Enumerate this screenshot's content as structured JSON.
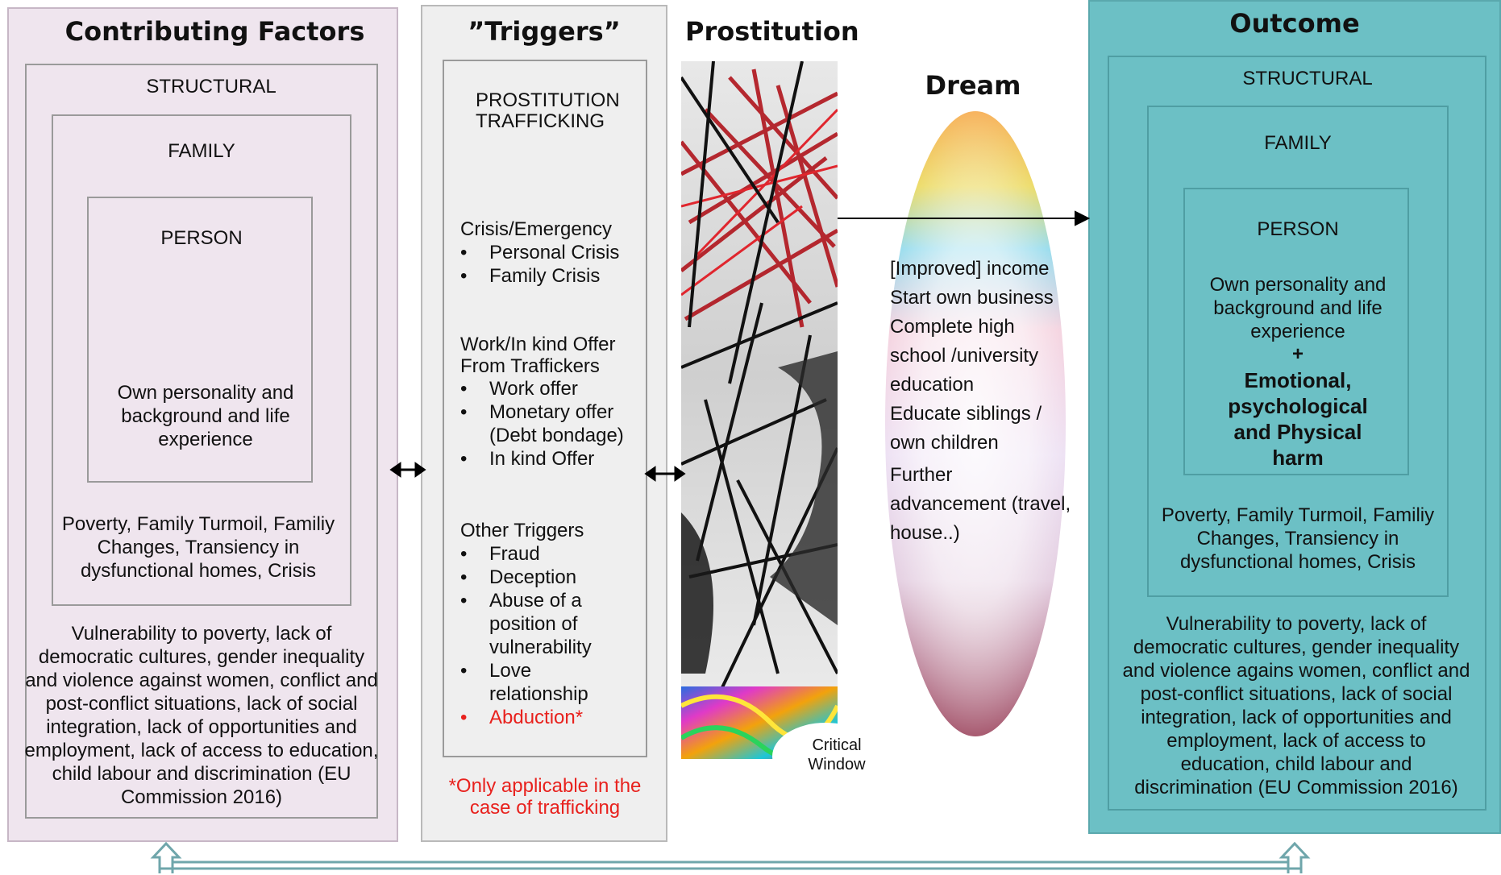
{
  "contributing": {
    "title": "Contributing Factors",
    "structural_label": "STRUCTURAL",
    "family_label": "FAMILY",
    "person_label": "PERSON",
    "person_text": "Own personality and background and life experience",
    "family_text": "Poverty, Family Turmoil, Familiy Changes, Transiency in dysfunctional homes, Crisis",
    "structural_text": "Vulnerability to poverty, lack of democratic cultures, gender inequality and violence against women, conflict and post-conflict situations, lack of social integration, lack of opportunities and employment, lack of access to education, child labour and discrimination (EU Commission 2016)"
  },
  "triggers": {
    "title": "”Triggers”",
    "box_title_1": "PROSTITUTION",
    "box_title_2": "TRAFFICKING",
    "groups": [
      {
        "heading": "Crisis/Emergency",
        "items": [
          "Personal Crisis",
          "Family Crisis"
        ]
      },
      {
        "heading": "Work/In kind Offer From Traffickers",
        "items": [
          "Work offer",
          "Monetary offer (Debt bondage)",
          "In kind Offer"
        ]
      },
      {
        "heading": "Other Triggers",
        "items": [
          "Fraud",
          "Deception",
          "Abuse of a position of vulnerability",
          "Love relationship"
        ],
        "red_item": "Abduction*"
      }
    ],
    "footnote": "*Only applicable in the case of trafficking"
  },
  "prostitution": {
    "title": "Prostitution",
    "critical_window_line1": "Critical",
    "critical_window_line2": "Window"
  },
  "dream": {
    "title": "Dream",
    "items": [
      "[Improved] income",
      "Start own business",
      "Complete high",
      "school /university",
      "education",
      "Educate siblings /",
      "own children",
      "Further",
      "advancement (travel,",
      "house..)"
    ]
  },
  "outcome": {
    "title": "Outcome",
    "structural_label": "STRUCTURAL",
    "family_label": "FAMILY",
    "person_label": "PERSON",
    "person_text": "Own personality and background and life experience",
    "plus": "+",
    "harm_text": "Emotional, psychological and Physical harm",
    "family_text": "Poverty, Family Turmoil, Familiy Changes, Transiency in dysfunctional homes, Crisis",
    "structural_text": "Vulnerability to poverty, lack of democratic cultures, gender inequality and violence agains women, conflict and post-conflict situations, lack of social integration, lack of opportunities and employment, lack of access to education, child labour and discrimination (EU Commission 2016)",
    "panel_color": "#6cc0c5"
  }
}
